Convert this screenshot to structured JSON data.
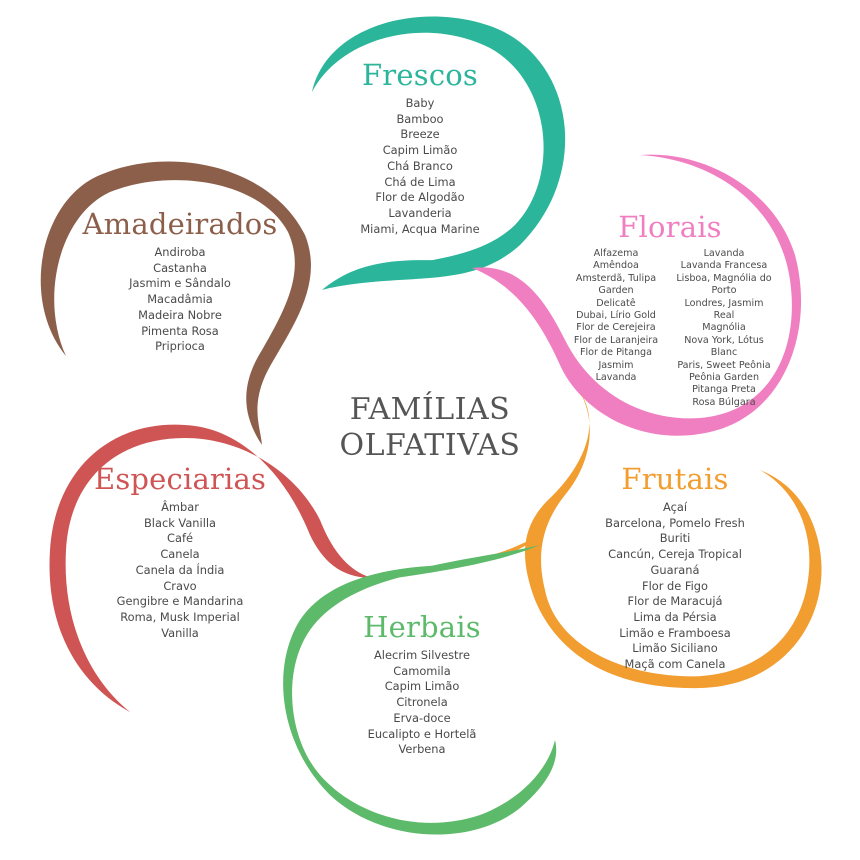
{
  "center": {
    "line1": "FAMÍLIAS",
    "line2": "OLFATIVAS"
  },
  "families": {
    "frescos": {
      "title": "Frescos",
      "color": "#2bb59a",
      "items": [
        "Baby",
        "Bamboo",
        "Breeze",
        "Capim Limão",
        "Chá Branco",
        "Chá de Lima",
        "Flor de Algodão",
        "Lavanderia",
        "Miami, Acqua Marine"
      ]
    },
    "florais": {
      "title": "Florais",
      "color": "#f07fc1",
      "col1": [
        "Alfazema",
        "Amêndoa",
        "Amsterdã, Tulipa Garden",
        "Delicatê",
        "Dubai, Lírio Gold",
        "Flor de Cerejeira",
        "Flor de Laranjeira",
        "Flor de Pitanga",
        "Jasmim",
        "Lavanda"
      ],
      "col2": [
        "Lavanda",
        "Lavanda Francesa",
        "Lisboa, Magnólia do Porto",
        "Londres, Jasmim Real",
        "Magnólia",
        "Nova York, Lótus Blanc",
        "Paris, Sweet Peônia",
        "Peônia Garden",
        "Pitanga Preta",
        "Rosa Búlgara"
      ]
    },
    "amadeirados": {
      "title": "Amadeirados",
      "color": "#8c5f4b",
      "items": [
        "Andiroba",
        "Castanha",
        "Jasmim e Sândalo",
        "Macadâmia",
        "Madeira Nobre",
        "Pimenta Rosa",
        "Priprioca"
      ]
    },
    "especiarias": {
      "title": "Especiarias",
      "color": "#cf5555",
      "items": [
        "Âmbar",
        "Black Vanilla",
        "Café",
        "Canela",
        "Canela da Índia",
        "Cravo",
        "Gengibre e Mandarina",
        "Roma, Musk Imperial",
        "Vanilla"
      ]
    },
    "frutais": {
      "title": "Frutais",
      "color": "#f29d30",
      "items": [
        "Açaí",
        "Barcelona, Pomelo Fresh",
        "Buriti",
        "Cancún, Cereja Tropical",
        "Guaraná",
        "Flor de Figo",
        "Flor de Maracujá",
        "Lima da Pérsia",
        "Limão e Framboesa",
        "Limão Siciliano",
        "Maçã com Canela"
      ]
    },
    "herbais": {
      "title": "Herbais",
      "color": "#5cba6a",
      "items": [
        "Alecrim Silvestre",
        "Camomila",
        "Capim Limão",
        "Citronela",
        "Erva-doce",
        "Eucalipto e Hortelã",
        "Verbena"
      ]
    }
  }
}
